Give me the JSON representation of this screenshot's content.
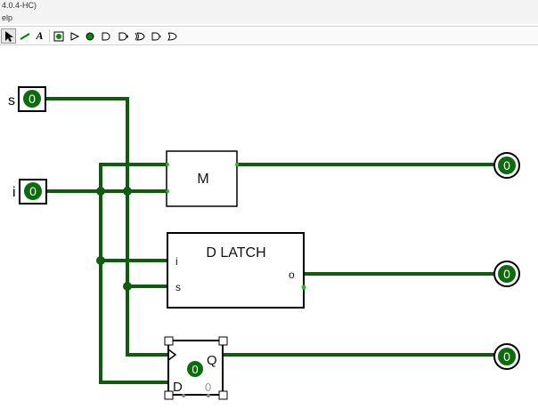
{
  "window": {
    "title": "4.0.4-HC)"
  },
  "menu": {
    "items": [
      "elp"
    ]
  },
  "toolbar": {
    "tools": [
      {
        "name": "select-tool-icon",
        "selected": true
      },
      {
        "name": "wire-tool-icon"
      },
      {
        "name": "text-tool-icon",
        "glyph": "A"
      },
      {
        "name": "input-pin-tool-icon"
      },
      {
        "name": "output-pin-tool-icon"
      },
      {
        "name": "not-gate-tool-icon"
      },
      {
        "name": "and-gate-tool-icon"
      },
      {
        "name": "or-gate-tool-icon"
      },
      {
        "name": "nand-gate-tool-icon"
      },
      {
        "name": "nor-gate-tool-icon"
      },
      {
        "name": "xor-gate-tool-icon"
      }
    ]
  },
  "circuit": {
    "inputs": [
      {
        "name": "s",
        "value": "0"
      },
      {
        "name": "i",
        "value": "0"
      }
    ],
    "outputs": [
      {
        "value": "0"
      },
      {
        "value": "0"
      },
      {
        "value": "0"
      }
    ],
    "mux": {
      "label": "M"
    },
    "latch": {
      "label": "D LATCH",
      "port_i": "i",
      "port_s": "s",
      "port_o": "o"
    },
    "flipflop": {
      "q_label": "Q",
      "d_label": "D",
      "state": "0",
      "extra": "0"
    },
    "colors": {
      "wire": "#0f5c0f",
      "pin_fill": "#0c6b0c",
      "accent": "#22bb22"
    }
  }
}
